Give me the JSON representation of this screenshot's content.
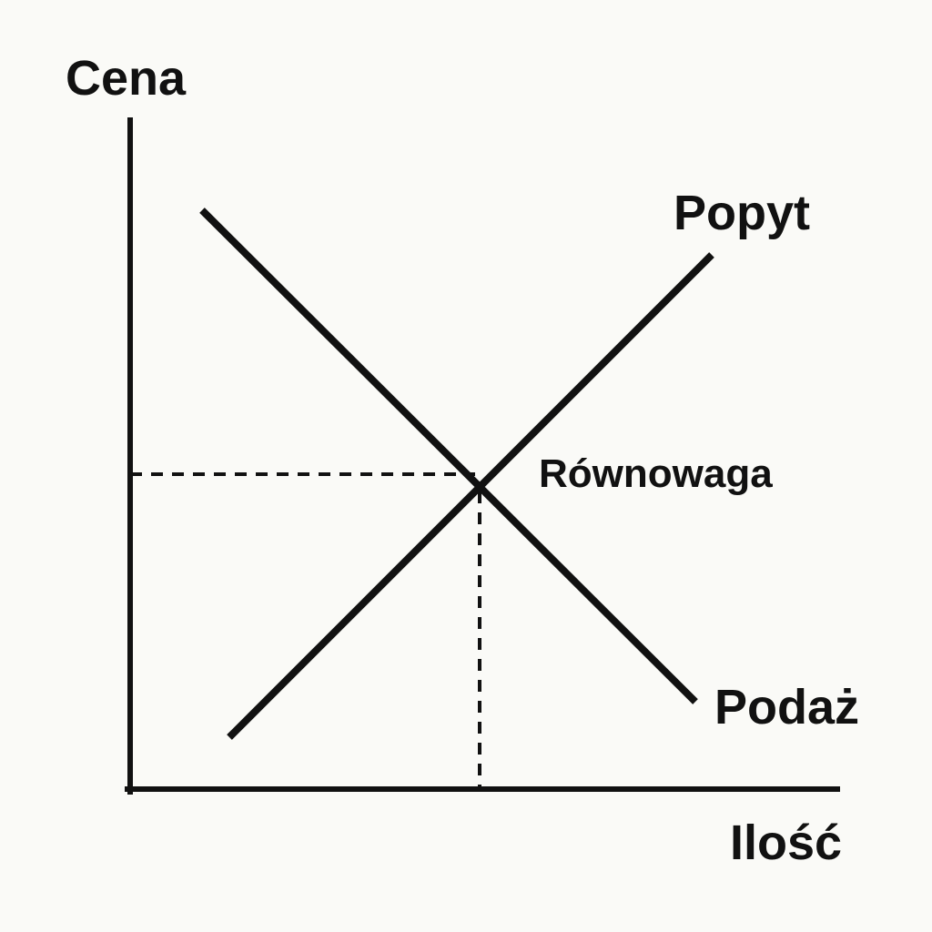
{
  "labels": {
    "y_axis": "Cena",
    "x_axis": "Ilość",
    "demand": "Popyt",
    "supply": "Podaż",
    "equilibrium": "Równowaga"
  },
  "colors": {
    "background": "#fafaf7",
    "ink": "#111111"
  }
}
